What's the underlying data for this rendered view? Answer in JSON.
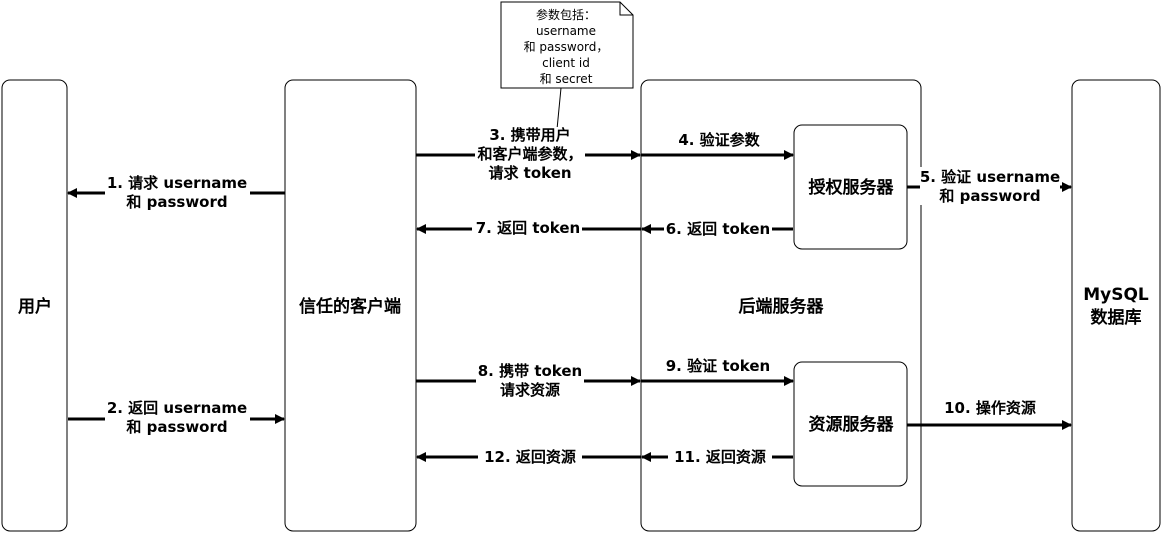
{
  "nodes": {
    "user": "用户",
    "client": "信任的客户端",
    "backend": "后端服务器",
    "auth_server": "授权服务器",
    "resource_server": "资源服务器",
    "db": [
      "MySQL",
      "数据库"
    ]
  },
  "note": [
    "参数包括：",
    "username",
    "和 password，",
    "client id",
    "和 secret"
  ],
  "edges": {
    "e1": [
      "1. 请求 username",
      "和 password"
    ],
    "e2": [
      "2. 返回 username",
      "和 password"
    ],
    "e3": [
      "3. 携带用户",
      "和客户端参数，",
      "请求 token"
    ],
    "e4": [
      "4. 验证参数"
    ],
    "e5": [
      "5. 验证 username",
      "和 password"
    ],
    "e6": [
      "6. 返回 token"
    ],
    "e7": [
      "7. 返回 token"
    ],
    "e8": [
      "8. 携带 token",
      "请求资源"
    ],
    "e9": [
      "9. 验证 token"
    ],
    "e10": [
      "10. 操作资源"
    ],
    "e11": [
      "11. 返回资源"
    ],
    "e12": [
      "12. 返回资源"
    ]
  }
}
